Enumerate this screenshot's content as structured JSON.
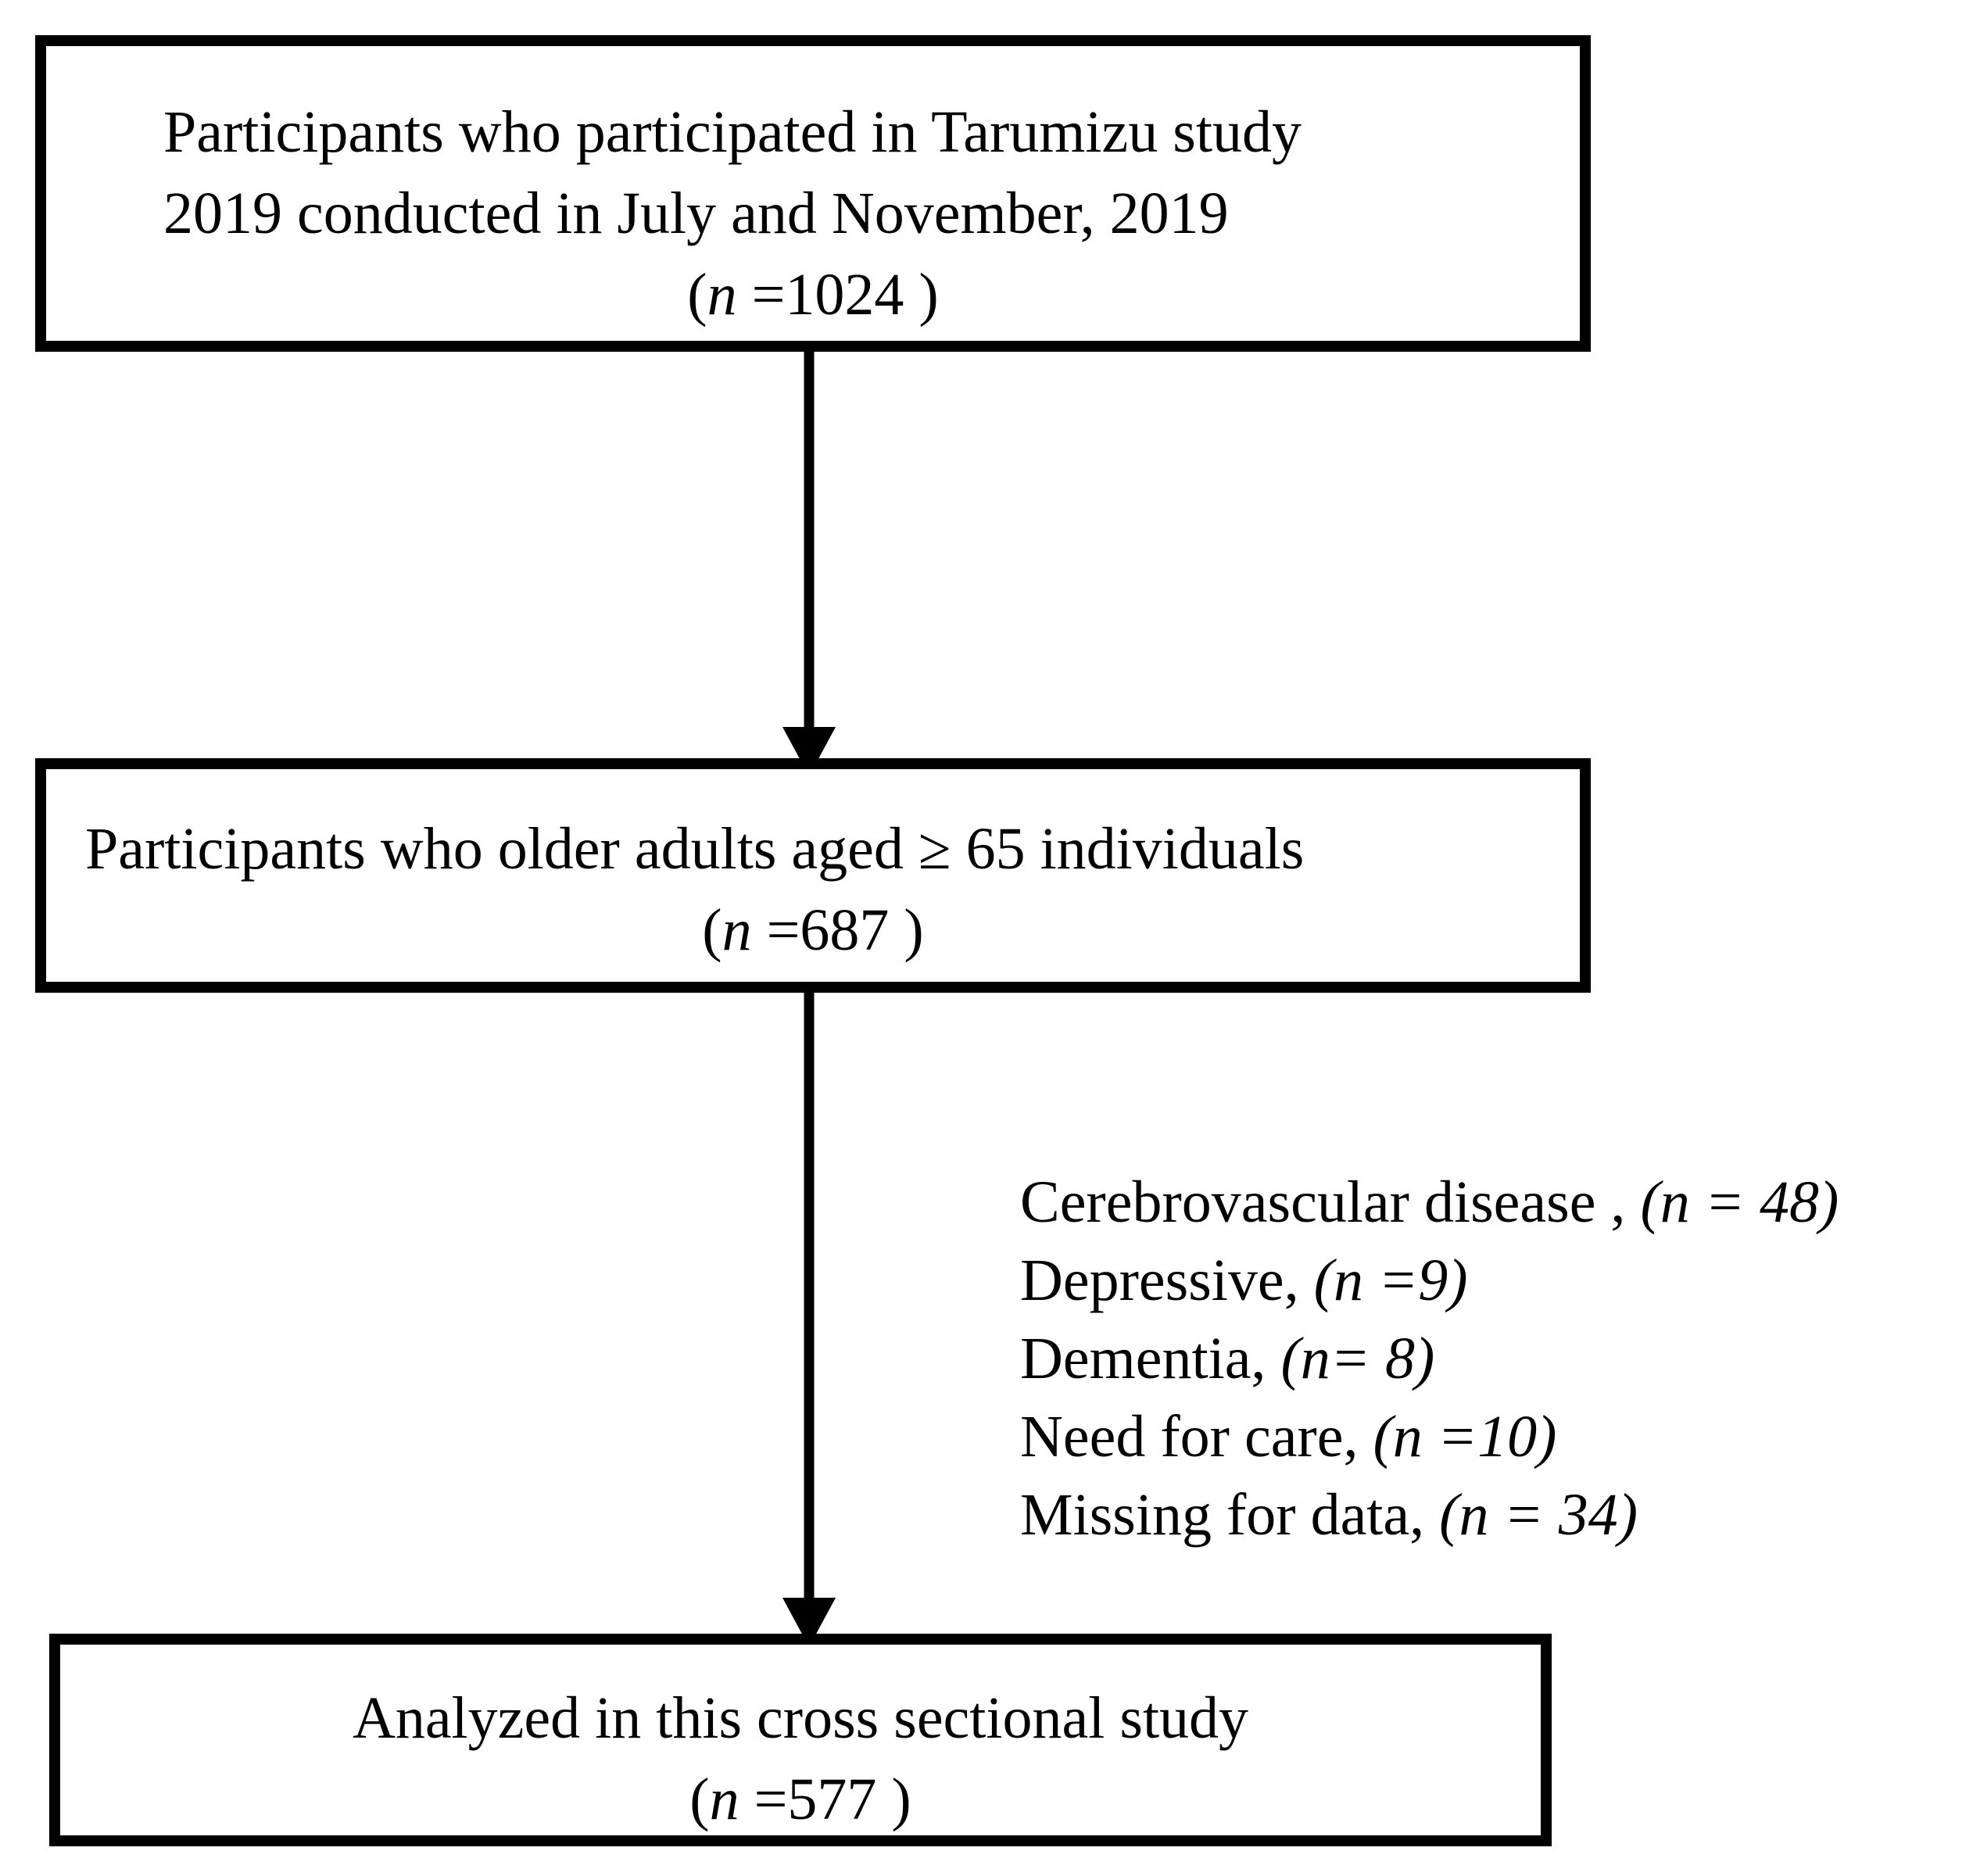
{
  "diagram": {
    "type": "participant-flow-diagram",
    "colors": {
      "stroke": "#000000",
      "background": "#ffffff",
      "text": "#000000"
    },
    "boxes": [
      {
        "id": "enrollment",
        "lines": [
          {
            "text": "Participants who participated in Tarumizu study",
            "align": "left"
          },
          {
            "text": "2019 conducted in July and November, 2019",
            "align": "left"
          },
          {
            "prefix": "(",
            "n_symbol": "n",
            "value": " =1024 )",
            "align": "center"
          }
        ],
        "n_label": "n",
        "n_value": 1024,
        "n_text": "(n =1024 )"
      },
      {
        "id": "age-eligible",
        "lines": [
          {
            "text": "Participants who older adults aged ≥ 65 individuals",
            "align": "left"
          },
          {
            "prefix": "(",
            "n_symbol": "n",
            "value": " =687 )",
            "align": "center"
          }
        ],
        "n_label": "n",
        "n_value": 687,
        "n_text": "(n =687 )"
      },
      {
        "id": "analyzed",
        "lines": [
          {
            "text": "Analyzed in this cross sectional study",
            "align": "center"
          },
          {
            "prefix": "(",
            "n_symbol": "n",
            "value": " =577 )",
            "align": "center"
          }
        ],
        "n_label": "n",
        "n_value": 577,
        "n_text": "(n =577 )"
      }
    ],
    "exclusions": {
      "heading": "",
      "items": [
        {
          "label": "Cerebrovascular disease , ",
          "count_text": "(n = 48)",
          "value": 48
        },
        {
          "label": "Depressive, ",
          "count_text": "(n =9)",
          "value": 9
        },
        {
          "label": "Dementia, ",
          "count_text": "(n= 8)",
          "value": 8
        },
        {
          "label": "Need for care, ",
          "count_text": "(n =10)",
          "value": 10
        },
        {
          "label": "Missing for data, ",
          "count_text": "(n = 34)",
          "value": 34
        }
      ]
    },
    "arrows": [
      {
        "id": "arrow-enrollment-to-age",
        "from": "enrollment",
        "to": "age-eligible",
        "direction": "down"
      },
      {
        "id": "arrow-age-to-analyzed",
        "from": "age-eligible",
        "to": "analyzed",
        "direction": "down"
      }
    ]
  }
}
